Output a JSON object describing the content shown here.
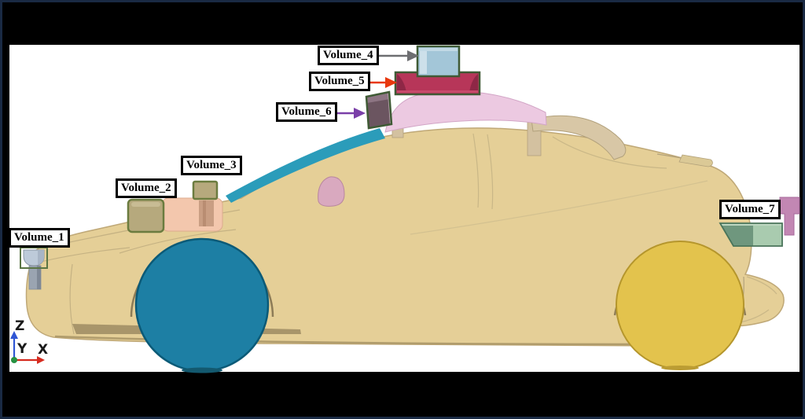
{
  "figure": {
    "description": "CAD side view of a car model with seven labeled sensor volumes",
    "background_color": "#000000",
    "border_color": "#1a2a44",
    "viewport_color": "#ffffff"
  },
  "car": {
    "body_color": "#e5cf97",
    "body_edge_color": "#bfa877",
    "front_wheel_color": "#1d7fa4",
    "front_wheel_edge_color": "#0b5a77",
    "rear_wheel_color": "#e3c34d",
    "rear_wheel_edge_color": "#b5962c",
    "pillar_color": "#2b9cba",
    "mirror_color": "#d9a9bf",
    "roof_panel_color": "#ecc9e1",
    "roof_rail_color": "#d8c7a6",
    "bracket_color": "#f3c7ad",
    "fin_color": "#c287b3"
  },
  "volumes": [
    {
      "label": "Volume_1",
      "sensor_color": "#bdcad9",
      "stem_color": "#9aa4b1",
      "outline_color": "#5a7544"
    },
    {
      "label": "Volume_2",
      "sensor_color": "#b6a97d",
      "outline_color": "#6b7c3f"
    },
    {
      "label": "Volume_3",
      "sensor_color": "#b6a97d",
      "outline_color": "#6b7c3f"
    },
    {
      "label": "Volume_4",
      "sensor_color": "#a3c6d8",
      "outline_color": "#3f5a35",
      "arrow_color": "#6d6e71"
    },
    {
      "label": "Volume_5",
      "sensor_color": "#b73659",
      "outline_color": "#3f5a35",
      "arrow_color": "#e8380d"
    },
    {
      "label": "Volume_6",
      "sensor_color": "#6b5560",
      "outline_color": "#3f5a35",
      "arrow_color": "#7a3fa8"
    },
    {
      "label": "Volume_7",
      "sensor_color_left": "#6f977e",
      "sensor_color_right": "#a9cbaf",
      "outline_color": "#49745a"
    }
  ],
  "axis_triad": {
    "x_label": "X",
    "y_label": "Y",
    "z_label": "Z",
    "x_axis_color": "#d62b1f",
    "z_axis_color": "#2e55d4",
    "origin_color": "#269142",
    "label_color": "#1a1a1a"
  }
}
